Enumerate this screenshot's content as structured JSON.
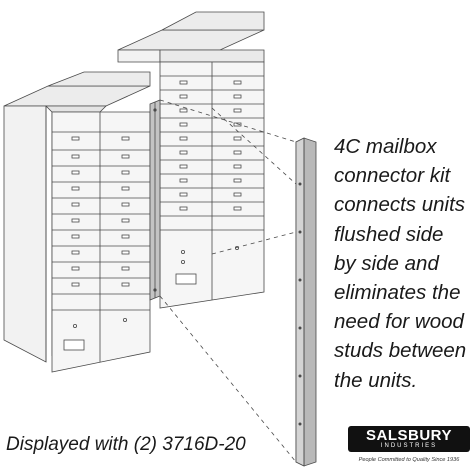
{
  "description": {
    "lines": [
      "4C mailbox",
      "connector kit",
      "connects units",
      "flushed side",
      "by side and",
      "eliminates the",
      "need for wood",
      "studs between",
      "the units."
    ]
  },
  "caption": "Displayed with (2) 3716D-20",
  "logo": {
    "name": "SALSBURY",
    "subtitle": "INDUSTRIES",
    "tagline": "People Committed to Quality Since 1936"
  },
  "colors": {
    "line": "#4a4a4a",
    "panel": "#f6f6f6",
    "top_face": "#ececec",
    "side_face": "#e2e2e2",
    "connector": "#b9b9b9",
    "logo_bg": "#111111"
  }
}
